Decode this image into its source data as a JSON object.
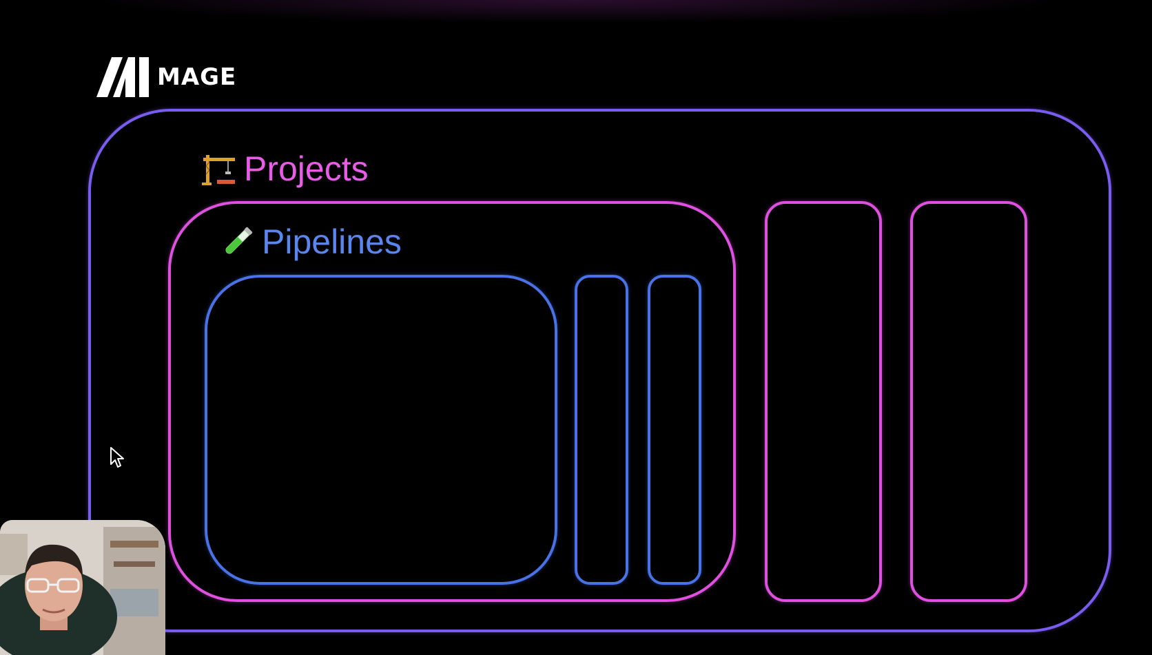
{
  "brand": {
    "name": "MAGE",
    "logo_icon": "mage-logo-icon"
  },
  "labels": {
    "projects": {
      "text": "Projects",
      "icon": "construction-crane-icon",
      "color": "#e85ce8"
    },
    "pipelines": {
      "text": "Pipelines",
      "icon": "test-tube-icon",
      "color": "#5a86f0"
    }
  },
  "colors": {
    "background": "#000000",
    "outer_border": "#7b5cf0",
    "project_border": "#e050e0",
    "pipeline_border": "#4a72e8"
  },
  "overlays": {
    "cursor_icon": "mouse-pointer-icon",
    "webcam": "presenter-webcam"
  }
}
